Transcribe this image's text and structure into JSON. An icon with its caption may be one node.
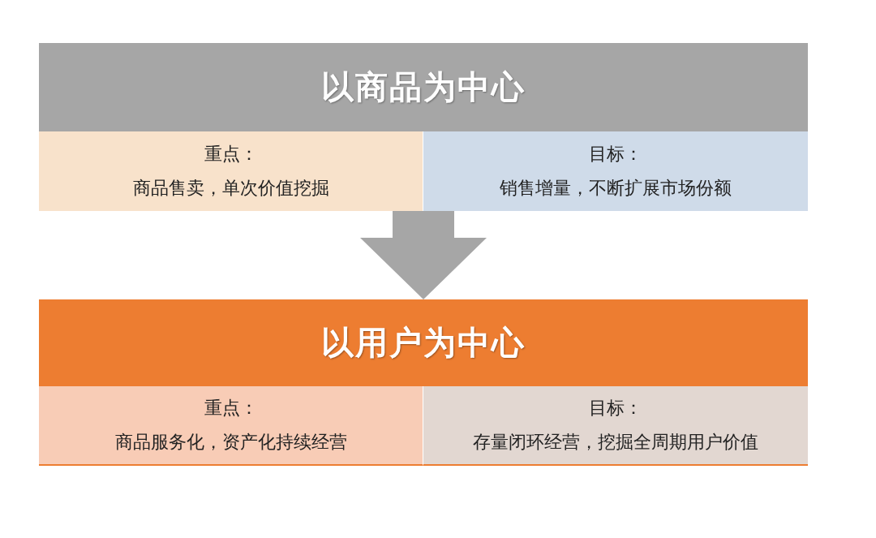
{
  "diagram": {
    "nodes": [
      {
        "text": [
          "以商品为中心"
        ]
      },
      {
        "text": [
          "重点：",
          "商品售卖，单次价值挖掘"
        ]
      },
      {
        "text": [
          "目标：",
          "销售增量，不断扩展市场份额"
        ]
      },
      {
        "text": [
          "以用户为中心"
        ]
      },
      {
        "text": [
          "重点：",
          "商品服务化，资产化持续经营"
        ]
      },
      {
        "text": [
          "目标：",
          "存量闭环经营，挖掘全周期用户价值"
        ]
      }
    ],
    "edges": [
      {
        "from": 1,
        "to": 3,
        "arrow": "to"
      },
      {
        "from": 2,
        "to": 3,
        "arrow": "to"
      }
    ]
  }
}
